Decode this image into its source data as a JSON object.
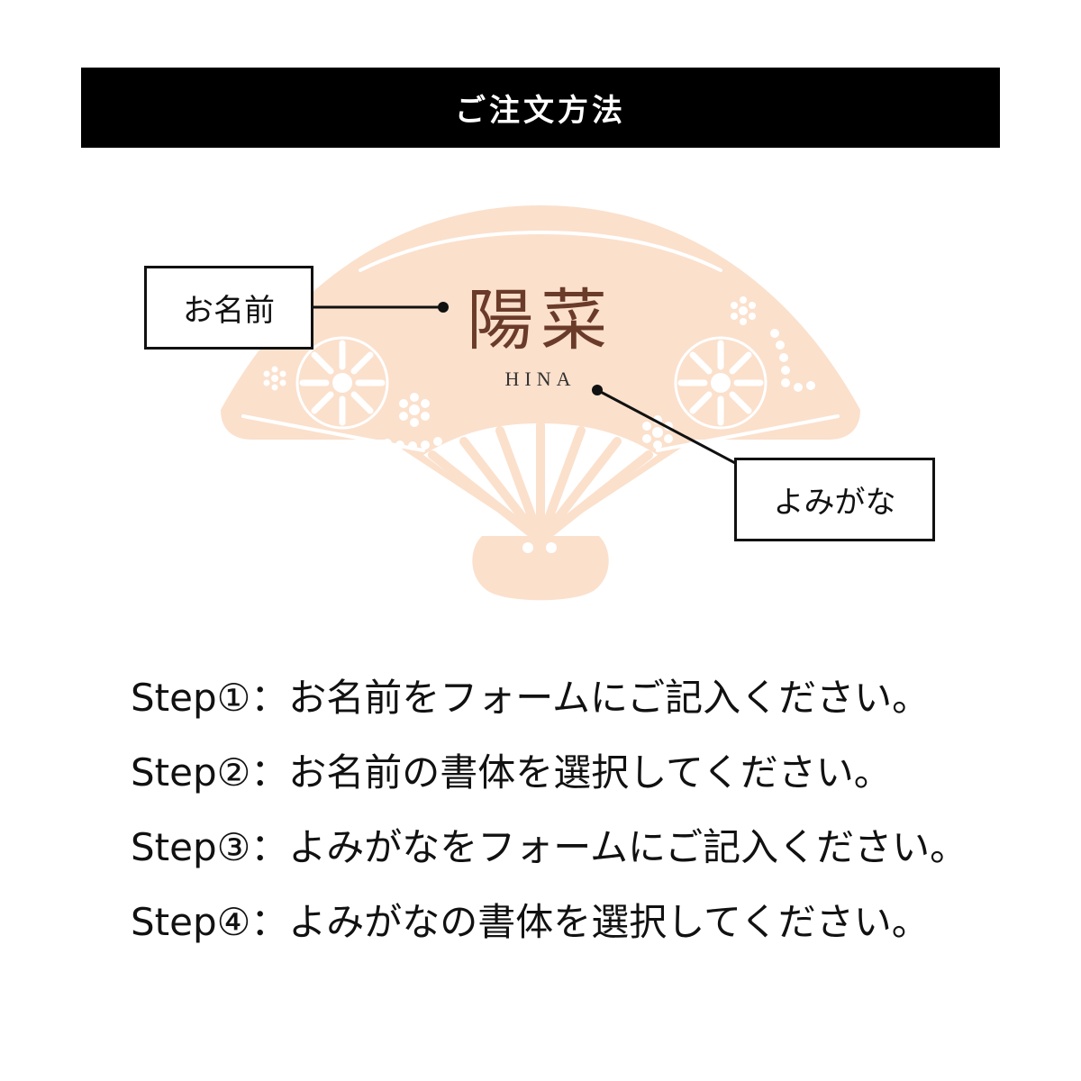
{
  "header": {
    "title": "ご注文方法"
  },
  "sample": {
    "name_kanji": "陽菜",
    "name_reading": "HINA"
  },
  "labels": {
    "name": "お名前",
    "yomigana": "よみがな"
  },
  "steps": [
    "Step①：お名前をフォームにご記入ください。",
    "Step②：お名前の書体を選択してください。",
    "Step③：よみがなをフォームにご記入ください。",
    "Step④：よみがなの書体を選択してください。"
  ],
  "colors": {
    "fan": "#fbe0cc",
    "fan_accent": "#ffffff",
    "kanji": "#6b3b2a",
    "header_bg": "#000000",
    "header_text": "#ffffff"
  }
}
